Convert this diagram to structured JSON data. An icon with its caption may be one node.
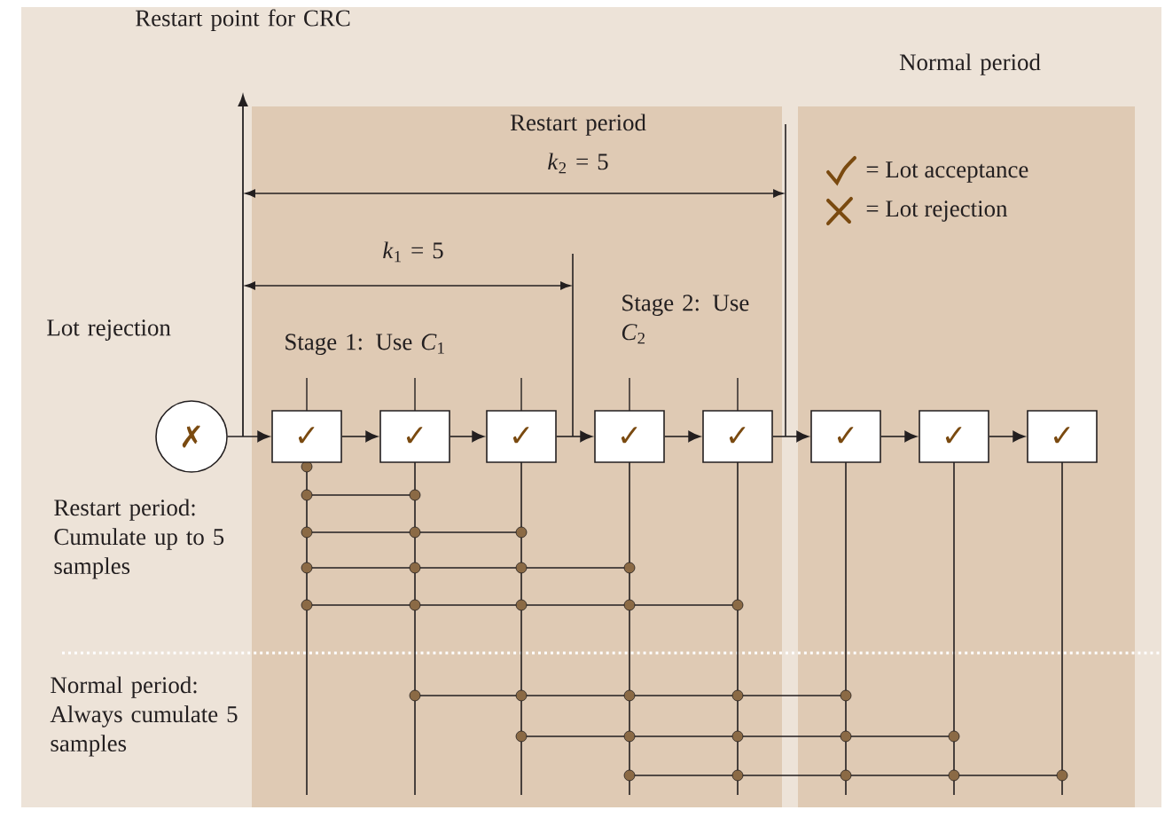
{
  "diagram": {
    "nodes": [
      {
        "text": [
          "✗"
        ]
      },
      {
        "text": [
          "✓"
        ]
      },
      {
        "text": [
          "✓"
        ]
      },
      {
        "text": [
          "✓"
        ]
      },
      {
        "text": [
          "✓"
        ]
      },
      {
        "text": [
          "✓"
        ]
      },
      {
        "text": [
          "✓"
        ]
      },
      {
        "text": [
          "✓"
        ]
      },
      {
        "text": [
          "✓"
        ]
      }
    ],
    "edges": [
      {
        "from": 0,
        "to": 1,
        "arrow": "to"
      },
      {
        "from": 1,
        "to": 2,
        "arrow": "to"
      },
      {
        "from": 2,
        "to": 3,
        "arrow": "to"
      },
      {
        "from": 3,
        "to": 4,
        "arrow": "to"
      },
      {
        "from": 4,
        "to": 5,
        "arrow": "to"
      },
      {
        "from": 5,
        "to": 6,
        "arrow": "to"
      },
      {
        "from": 6,
        "to": 7,
        "arrow": "to"
      },
      {
        "from": 7,
        "to": 8,
        "arrow": "to"
      }
    ],
    "labels": [
      "Restart point for CRC",
      "Normal period",
      "Restart period",
      "*k*$_{2}$ = 5",
      "*k*$_{1}$ = 5",
      "Lot rejection",
      "Stage 1: Use *C*$_{1}$",
      "Stage 2: Use *C*$_{2}$",
      "Restart period: Cumulate up to 5 samples",
      "Normal period: Always cumulate 5 samples"
    ],
    "legend": [
      {
        "text": "= Lot acceptance"
      },
      {
        "text": "= Lot rejection"
      }
    ]
  }
}
